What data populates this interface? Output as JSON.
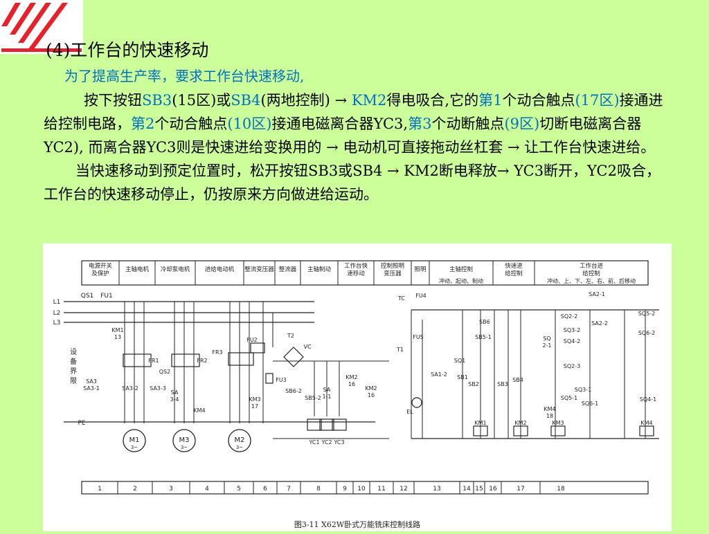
{
  "slide": {
    "title": "(4)工作台的快速移动",
    "subtitle": "为了提高生产率，要求工作台快速移动,",
    "p1": [
      {
        "t": "按下按钮",
        "c": ""
      },
      {
        "t": "SB3",
        "c": "hl"
      },
      {
        "t": "(15区)或",
        "c": ""
      },
      {
        "t": "SB4",
        "c": "hl"
      },
      {
        "t": "(两地控制) → ",
        "c": ""
      },
      {
        "t": "KM2",
        "c": "hl"
      },
      {
        "t": "得电吸合,它的",
        "c": ""
      },
      {
        "t": "第1",
        "c": "hl"
      },
      {
        "t": "个动合触点",
        "c": ""
      },
      {
        "t": "(17区)",
        "c": "hl"
      },
      {
        "t": "接通进给控制电路，",
        "c": ""
      },
      {
        "t": "第2",
        "c": "hl"
      },
      {
        "t": "个动合触点",
        "c": ""
      },
      {
        "t": "(10区)",
        "c": "hl"
      },
      {
        "t": "接通电磁离合器YC3,",
        "c": ""
      },
      {
        "t": "第3",
        "c": "hl"
      },
      {
        "t": "个动断触点",
        "c": ""
      },
      {
        "t": "(9区)",
        "c": "hl"
      },
      {
        "t": "切断电磁离合器 YC2), 而离合器YC3则是快速进给变换用的 → 电动机可直接拖动丝杠套 → 让工作台快速进给。",
        "c": ""
      }
    ],
    "p2": "当快速移动到预定位置时，松开按钮SB3或SB4 → KM2断电释放→ YC3断开，YC2吸合，工作台的快速移动停止，仍按原来方向做进给运动。"
  },
  "diagram": {
    "header_cells": [
      "电源开关及保护",
      "主轴电机",
      "冷却泵电机",
      "进给电动机",
      "整流变压器",
      "整流器",
      "主轴制动",
      "工作台快速移动",
      "控制照明变压器",
      "照明",
      "主轴控制",
      "快速进给控制",
      "工作台进给控制"
    ],
    "header_sub": [
      "冲动、起动、制动",
      "冲动、上、下、左、右、前、后移动"
    ],
    "zones": [
      "1",
      "2",
      "3",
      "4",
      "5",
      "6",
      "7",
      "8",
      "9",
      "10",
      "11",
      "12",
      "13",
      "14",
      "15",
      "16",
      "17",
      "18"
    ],
    "labels_left": [
      "L1",
      "L2",
      "L3",
      "QS1",
      "FU1",
      "PE",
      "设备界限"
    ],
    "labels_components": [
      "KM1",
      "13",
      "FR1",
      "FR2",
      "QS2",
      "SA3",
      "SA3-1",
      "SA3-2",
      "SA3-3",
      "SA",
      "3-4",
      "FR3",
      "KM4",
      "KM3",
      "17",
      "FU2",
      "T2",
      "VC",
      "FU3",
      "SB6-2",
      "SB5-2",
      "SA",
      "1-1",
      "KM2",
      "16",
      "YC1",
      "YC2",
      "YC3",
      "TC",
      "FU4",
      "T1",
      "FU5",
      "EL",
      "SA1-2",
      "SB6",
      "SB5-1",
      "SB1",
      "SB2",
      "SB3",
      "SB4",
      "SQ1",
      "SQ",
      "2-1",
      "SA2-1",
      "SQ2-2",
      "SA2-2",
      "SQ3-2",
      "SQ4-2",
      "SQ2-3",
      "SQ5-2",
      "SQ6-2",
      "SQ3-1",
      "SQ5-1",
      "SQ6-1",
      "SQ4-1",
      "KM1",
      "KM2",
      "KM3",
      "KM4",
      "18"
    ],
    "motors": [
      "M1",
      "M3",
      "M2"
    ],
    "caption": "图3-11  X62W卧式万能铣床控制线路"
  }
}
